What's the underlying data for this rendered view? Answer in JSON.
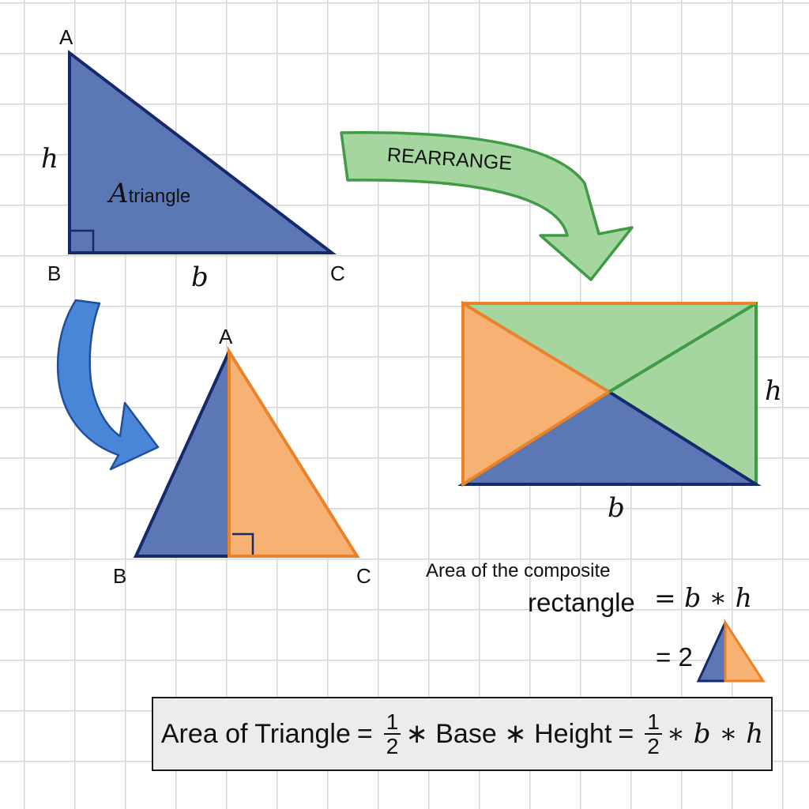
{
  "original_triangle": {
    "vertex_a": "A",
    "vertex_b": "B",
    "vertex_c": "C",
    "height_label": "h",
    "base_label": "b",
    "area_label_main": "A",
    "area_label_sub": "triangle"
  },
  "isosceles_triangle": {
    "vertex_a": "A",
    "vertex_b": "B",
    "vertex_c": "C"
  },
  "arrow_text": "REARRANGE",
  "rectangle": {
    "height_label": "h",
    "base_label": "b"
  },
  "composite": {
    "line1": "Area of the composite",
    "line2_word": "rectangle",
    "line2_eq": "= b ∗ h",
    "line3": "= 2"
  },
  "formula": {
    "lhs": "Area of Triangle",
    "eq1": "=",
    "frac1_num": "1",
    "frac1_den": "2",
    "mid": "∗ Base ∗ Height",
    "eq2": "=",
    "frac2_num": "1",
    "frac2_den": "2",
    "rhs": "∗ b ∗ h"
  },
  "colors": {
    "blue": "#5b77b5",
    "blue_stroke": "#16296b",
    "orange": "#f7b173",
    "orange_stroke": "#e8832a",
    "green": "#a6d6a0",
    "green_stroke": "#3f9b45",
    "arrow_blue": "#4a86d8"
  }
}
